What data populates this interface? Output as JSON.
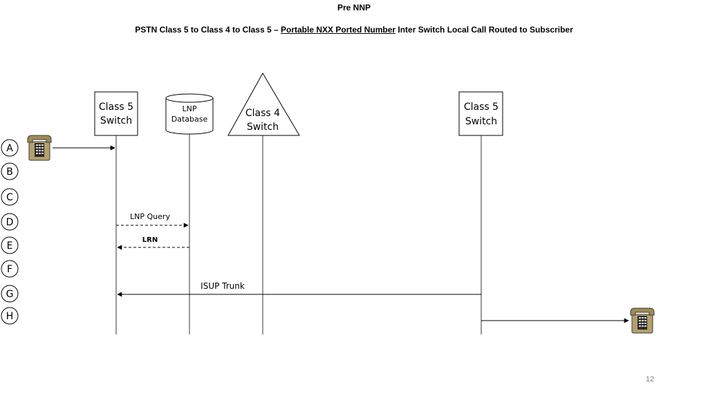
{
  "header": {
    "title": "Pre NNP",
    "subtitle_prefix": "PSTN Class 5 to Class 4 to Class 5 – ",
    "subtitle_emphasis": "Portable NXX Ported Number",
    "subtitle_suffix": " Inter Switch Local Call Routed to Subscriber"
  },
  "nodes": {
    "class5_originating": {
      "line1": "Class 5",
      "line2": "Switch"
    },
    "lnp_database": {
      "line1": "LNP",
      "line2": "Database"
    },
    "class4_switch": {
      "line1": "Class 4",
      "line2": "Switch"
    },
    "class5_terminating": {
      "line1": "Class 5",
      "line2": "Switch"
    }
  },
  "steps": [
    "A",
    "B",
    "C",
    "D",
    "E",
    "F",
    "G",
    "H"
  ],
  "messages": {
    "lnp_query": "LNP Query",
    "lrn": "LRN",
    "isup_trunk": "ISUP Trunk"
  },
  "icons": {
    "calling_phone": "telephone-icon",
    "called_phone": "telephone-icon"
  },
  "colors": {
    "phone_body": "#9b8a5e",
    "phone_keypad": "#2b2b2b",
    "line": "#000000"
  },
  "footer": {
    "page_number": "12"
  }
}
